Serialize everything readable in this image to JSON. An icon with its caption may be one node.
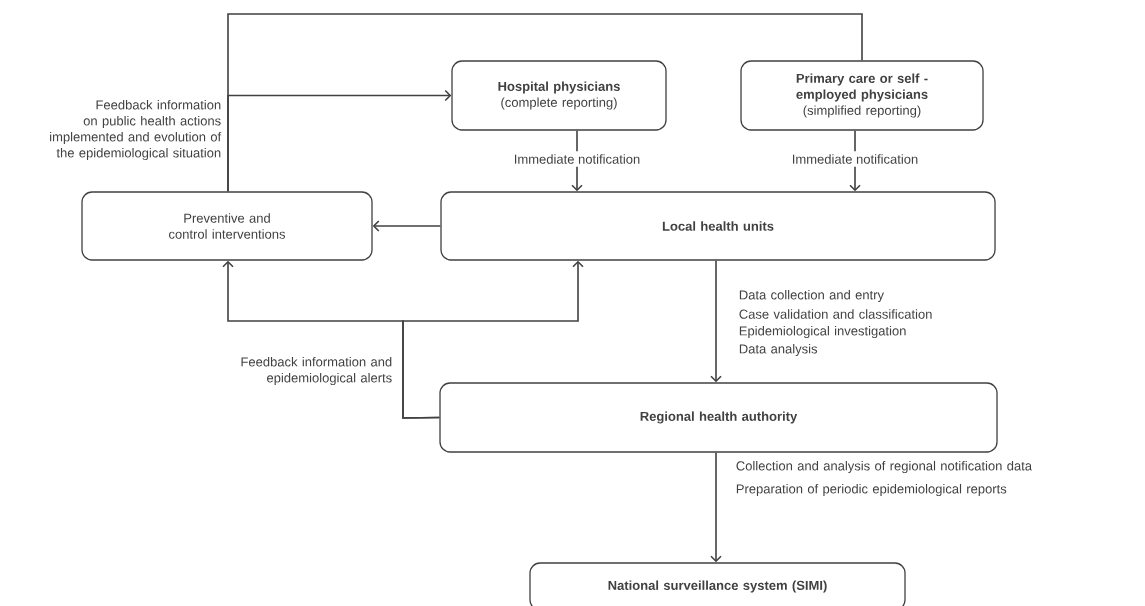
{
  "diagram": {
    "nodes": [
      {
        "text": [
          "Hospital physicians",
          "(complete reporting)"
        ]
      },
      {
        "text": [
          "Primary care or self - employed physicians",
          "(simplified reporting)"
        ]
      },
      {
        "text": [
          "Preventive and control interventions"
        ]
      },
      {
        "text": [
          "Local health units"
        ]
      },
      {
        "text": [
          "Regional health authority"
        ]
      },
      {
        "text": [
          "National surveillance system (SIMI)"
        ]
      }
    ],
    "edges": [
      {
        "from": 0,
        "to": 3,
        "arrow": "to",
        "label": "Immediate notification"
      },
      {
        "from": 1,
        "to": 3,
        "arrow": "to",
        "label": "Immediate notification"
      },
      {
        "from": 3,
        "to": 2,
        "arrow": "to"
      },
      {
        "from": 3,
        "to": 4,
        "arrow": "to"
      },
      {
        "from": 4,
        "to": 5,
        "arrow": "to"
      },
      {
        "from": 4,
        "to": 2,
        "arrow": "to"
      },
      {
        "from": 4,
        "to": 3,
        "arrow": "to"
      },
      {
        "from": 2,
        "to": 0,
        "arrow": "to"
      },
      {
        "from": 2,
        "to": 1,
        "arrow": "none"
      }
    ],
    "labels": [
      "Feedback information on public health actions implemented and evolution of the epidemiological situation",
      "Data collection and entry",
      "Case validation and classification",
      "Epidemiological investigation",
      "Data analysis",
      "Feedback information and epidemiological alerts",
      "Collection and analysis of regional notification data",
      "Preparation of periodic epidemiological reports"
    ]
  }
}
